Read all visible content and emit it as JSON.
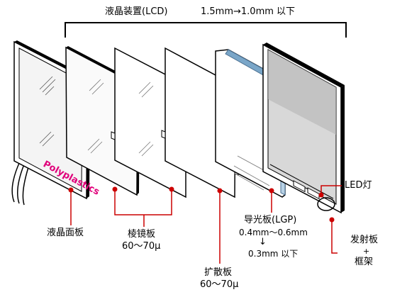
{
  "header": {
    "title": "液晶装置(LCD)",
    "thickness": "1.5mm→1.0mm 以下"
  },
  "labels": {
    "lcd_panel": "液晶面板",
    "prism_sheet": "棱镜板",
    "prism_thickness": "60～70μ",
    "diffuser": "扩散板",
    "diffuser_thickness": "60～70μ",
    "lgp": "导光板(LGP)",
    "lgp_range": "0.4mm～0.6mm",
    "lgp_arrow": "↓",
    "lgp_target": "0.3mm 以下",
    "led": "LED灯",
    "reflector_line1": "发射板",
    "reflector_plus": "+",
    "reflector_line2": "框架"
  },
  "brand": "Polyplastics",
  "colors": {
    "callout": "#cc0000",
    "brand": "#e0007a",
    "lgp_edge": "#7aa6c8",
    "frame_fill": "#d8d8d8"
  }
}
